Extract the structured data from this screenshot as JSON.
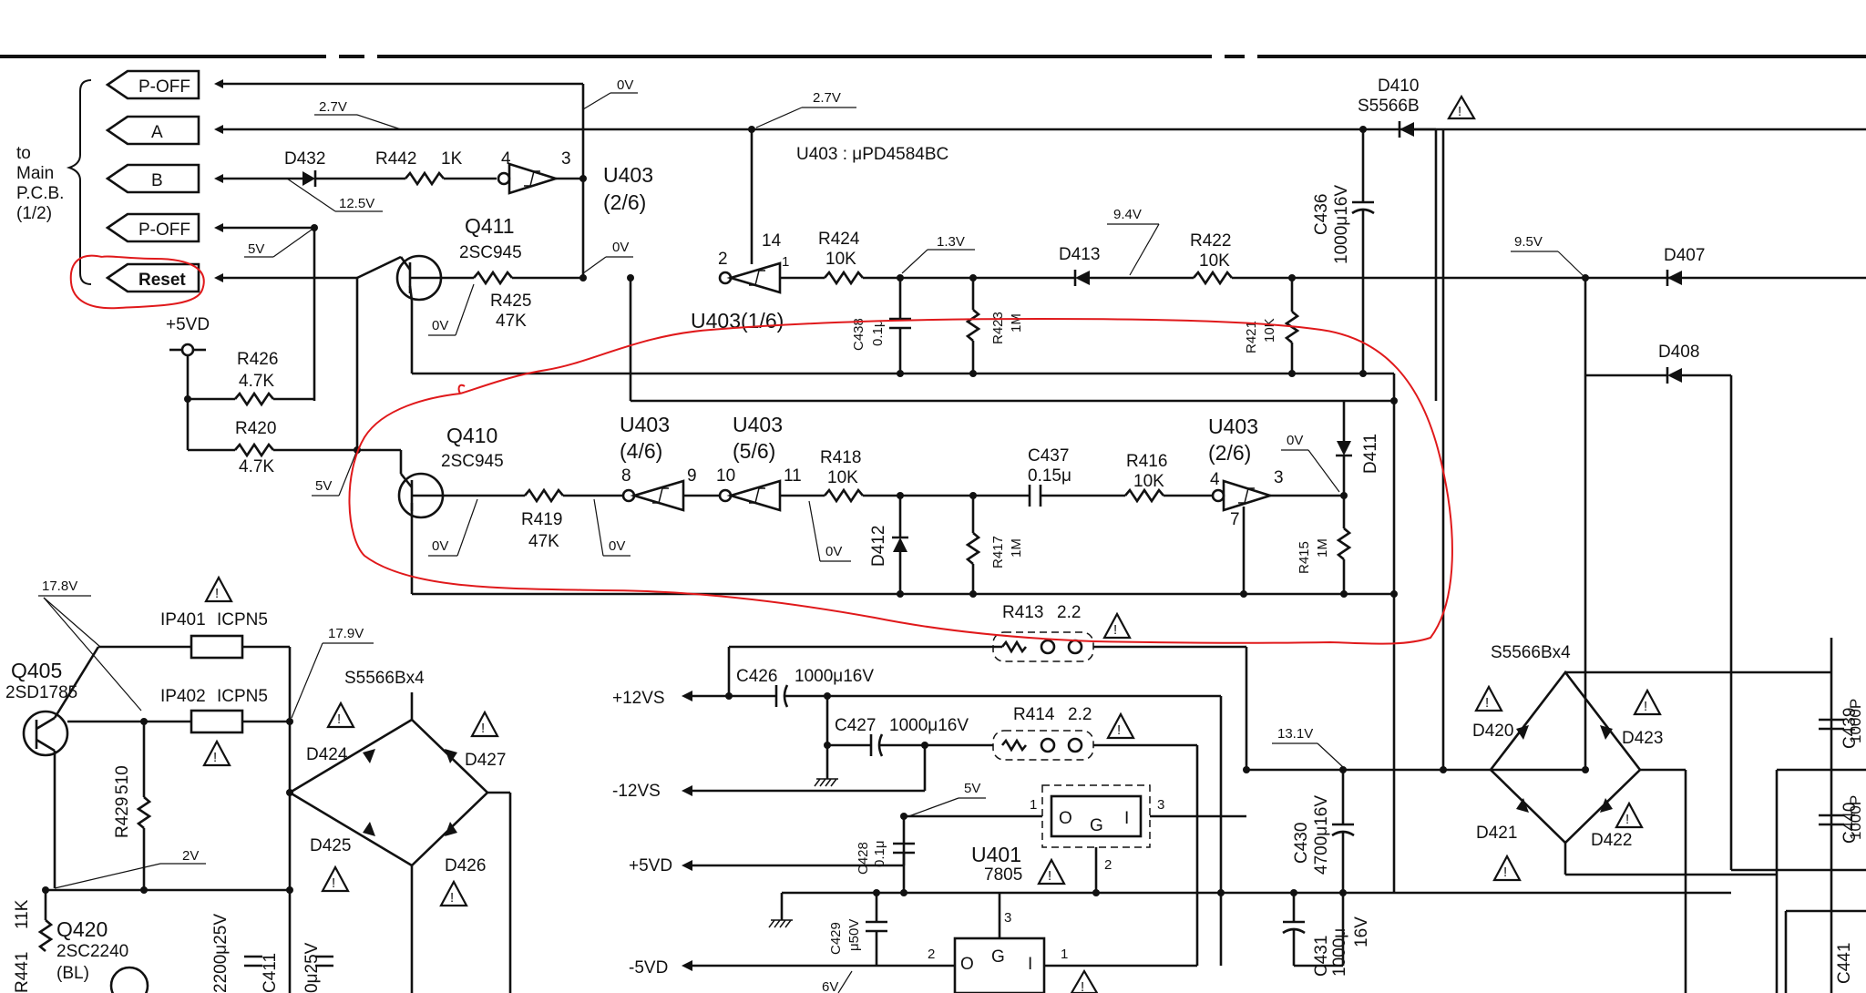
{
  "schematic": {
    "connector": {
      "title_lines": [
        "to",
        "Main",
        "P.C.B.",
        "(1/2)"
      ],
      "pins": [
        "P-OFF",
        "A",
        "B",
        "P-OFF",
        "Reset"
      ]
    },
    "ic_note": "U403 : μPD4584BC",
    "voltages": {
      "v0_top": "0V",
      "v27_left": "2.7V",
      "v27_mid": "2.7V",
      "v125": "12.5V",
      "v5_left": "5V",
      "v0_q411": "0V",
      "v0_q411e": "0V",
      "v13": "1.3V",
      "v94": "9.4V",
      "v95": "9.5V",
      "v5_q410": "5V",
      "v0_q410": "0V",
      "v0_r419": "0V",
      "v0_u4": "0V",
      "v0_u26": "0V",
      "v178": "17.8V",
      "v179": "17.9V",
      "v2": "2V",
      "v131": "13.1V",
      "v5_u401": "5V",
      "v6": "6V"
    },
    "parts": {
      "d432": "D432",
      "r442": "R442",
      "r442v": "1K",
      "q411": "Q411",
      "q411t": "2SC945",
      "r425": "R425",
      "r425v": "47K",
      "u403_26_top_a": "U403",
      "u403_26_top_b": "(2/6)",
      "u403_16": "U403(1/6)",
      "r424": "R424",
      "r424v": "10K",
      "c438": "C438",
      "c438v": "0.1μ",
      "r423": "R423",
      "r423v": "1M",
      "d413": "D413",
      "r422": "R422",
      "r422v": "10K",
      "r421": "R421",
      "r421v": "10K",
      "c436": "C436",
      "c436v": "1000μ16V",
      "d410": "D410",
      "d410t": "S5566B",
      "d407": "D407",
      "d408": "D408",
      "vd5": "+5VD",
      "r426": "R426",
      "r426v": "4.7K",
      "r420": "R420",
      "r420v": "4.7K",
      "q410": "Q410",
      "q410t": "2SC945",
      "r419": "R419",
      "r419v": "47K",
      "u403_46a": "U403",
      "u403_46b": "(4/6)",
      "u403_56a": "U403",
      "u403_56b": "(5/6)",
      "r418": "R418",
      "r418v": "10K",
      "d412": "D412",
      "r417": "R417",
      "r417v": "1M",
      "c437": "C437",
      "c437v": "0.15μ",
      "r416": "R416",
      "r416v": "10K",
      "u403_26b_a": "U403",
      "u403_26b_b": "(2/6)",
      "r415": "R415",
      "r415v": "1M",
      "d411": "D411",
      "q405": "Q405",
      "q405t": "2SD1785",
      "ip401": "IP401",
      "ip401v": "ICPN5",
      "ip402": "IP402",
      "ip402v": "ICPN5",
      "bridge1": "S5566Bx4",
      "d424": "D424",
      "d425": "D425",
      "d426": "D426",
      "d427": "D427",
      "r429": "R429",
      "r429v": "510",
      "r441": "R441",
      "r441v": "11K",
      "q420": "Q420",
      "q420t": "2SC2240",
      "q420c": "(BL)",
      "c411": "C411",
      "c411v": "0μ25V",
      "c410v": "2200μ25V",
      "r413": "R413",
      "r413v": "2.2",
      "r414": "R414",
      "r414v": "2.2",
      "c426": "C426",
      "c426v": "1000μ16V",
      "c427": "C427",
      "c427v": "1000μ16V",
      "vs12p": "+12VS",
      "vs12n": "-12VS",
      "vd5b": "+5VD",
      "vd5n": "-5VD",
      "c428": "C428",
      "c428v": "0.1μ",
      "u401": "U401",
      "u401t": "7805",
      "c429": "C429",
      "c429v": "μ50V",
      "c430": "C430",
      "c430v": "4700μ16V",
      "c431": "C431",
      "c431v": "1000μ",
      "c431v2": "16V",
      "bridge2": "S5566Bx4",
      "d420": "D420",
      "d421": "D421",
      "d422": "D422",
      "d423": "D423",
      "c439": "C439",
      "c439v": "1000P",
      "c440": "C440",
      "c440v": "1000P",
      "c441": "C441"
    },
    "pin_numbers": {
      "p4": "4",
      "p3": "3",
      "p14": "14",
      "p2": "2",
      "p1": "1",
      "p8": "8",
      "p9": "9",
      "p10": "10",
      "p11": "11",
      "p4b": "4",
      "p3b": "3",
      "p7": "7",
      "u401_1": "1",
      "u401_2": "2",
      "u401_3": "3",
      "u2_1": "1",
      "u2_2": "2",
      "u2_3": "3"
    },
    "regulator_pins": {
      "o": "O",
      "g": "G",
      "i": "I"
    },
    "colors": {
      "ink": "#111111",
      "annotation": "#e0191b",
      "paper": "#ffffff"
    }
  }
}
